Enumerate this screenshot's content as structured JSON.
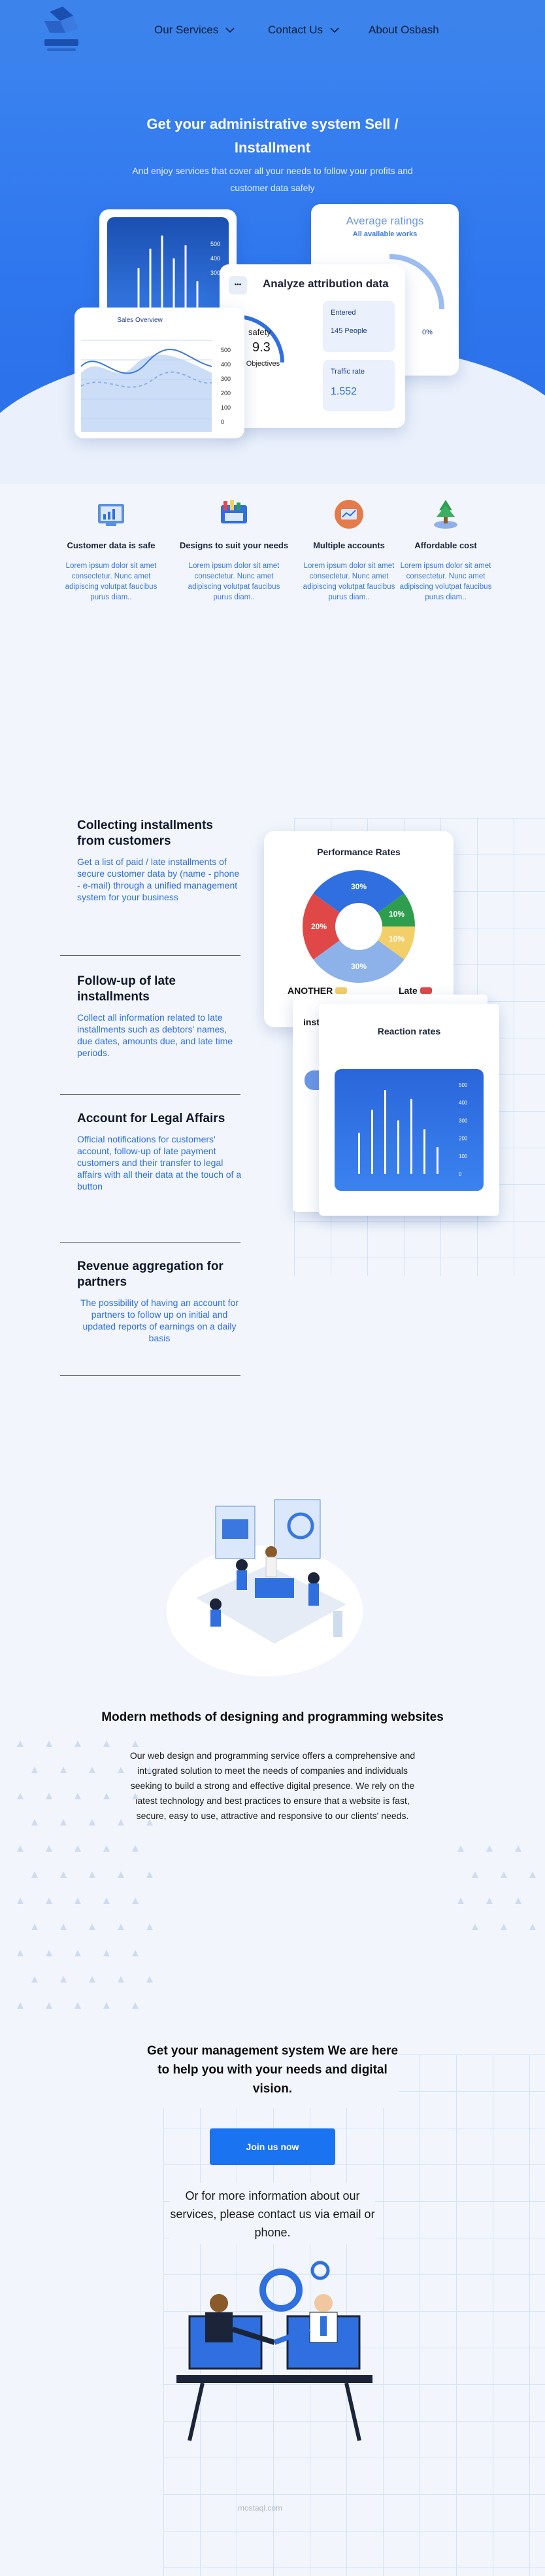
{
  "nav": {
    "services": "Our Services",
    "contact": "Contact Us",
    "about": "About Osbash"
  },
  "hero": {
    "title": "Get your administrative system Sell / Installment",
    "subtitle": "And enjoy services that cover all your needs to follow your profits and customer data safely"
  },
  "dashboard": {
    "ratings_title": "Average ratings",
    "ratings_sub": "All available works",
    "attribution_title": "Analyze attribution data",
    "safety_label": "safety",
    "safety_value": "9.3",
    "objectives_label": "Full Objectives",
    "entered_label": "Entered",
    "entered_value": "145 People",
    "traffic_label": "Traffic rate",
    "traffic_value": "1.552",
    "percent_value": "0%",
    "sales_title": "Sales Overview",
    "axis_ticks": [
      "500",
      "400",
      "300",
      "200",
      "100",
      "0"
    ],
    "menu_glyph": "•••"
  },
  "features": [
    {
      "icon": "customer-data-icon",
      "title": "Customer data is safe",
      "text": "Lorem ipsum dolor sit amet consectetur. Nunc amet adipiscing volutpat faucibus purus diam.."
    },
    {
      "icon": "design-icon",
      "title": "Designs to suit your needs",
      "text": "Lorem ipsum dolor sit amet consectetur. Nunc amet adipiscing volutpat faucibus purus diam.."
    },
    {
      "icon": "accounts-icon",
      "title": "Multiple accounts",
      "text": "Lorem ipsum dolor sit amet consectetur. Nunc amet adipiscing volutpat faucibus purus diam.."
    },
    {
      "icon": "cost-icon",
      "title": "Affordable cost",
      "text": "Lorem ipsum dolor sit amet consectetur. Nunc amet adipiscing volutpat faucibus purus diam.."
    }
  ],
  "follow": {
    "items": [
      {
        "title": "Collecting installments from customers",
        "text": "Get a list of paid / late installments of secure customer data by (name - phone - e-mail) through a unified management system for your business"
      },
      {
        "title": "Follow-up of late installments",
        "text": "Collect all information related to late installments such as debtors' names, due dates, amounts due, and late time periods."
      },
      {
        "title": "Account for Legal Affairs",
        "text": "Official notifications for customers' account, follow-up of late payment customers and their transfer to legal affairs with all their data at the touch of a button"
      },
      {
        "title": "Revenue aggregation for partners",
        "text": "The possibility of having an account for partners to follow up on initial and updated reports of earnings on a daily basis"
      }
    ],
    "performance_title": "Performance Rates",
    "another_label": "ANOTHER",
    "late_label": "Late",
    "inst_label": "inst",
    "reaction_title": "Reaction rates"
  },
  "chart_data": [
    {
      "type": "pie",
      "title": "Performance Rates",
      "categories": [
        "blue",
        "green",
        "yellow",
        "light blue",
        "red"
      ],
      "values": [
        30,
        10,
        10,
        30,
        20
      ],
      "labels": [
        "30%",
        "10%",
        "10%",
        "30%",
        "20%"
      ],
      "colors": [
        "#2f6fe0",
        "#2e9e4e",
        "#f2cf68",
        "#8db2ea",
        "#e04848"
      ]
    },
    {
      "type": "bar",
      "title": "Reaction rates",
      "ylim": [
        0,
        500
      ],
      "yticks": [
        "500",
        "400",
        "300",
        "200",
        "100",
        "0"
      ],
      "values": [
        230,
        360,
        470,
        300,
        420,
        250,
        150
      ]
    }
  ],
  "modern": {
    "title": "Modern methods of designing and programming websites",
    "text": "Our web design and programming service offers a comprehensive and integrated solution to meet the needs of companies and individuals seeking to build a strong and effective digital presence. We rely on the latest technology and best practices to ensure that a website is fast, secure, easy to use, attractive and responsive to our clients' needs."
  },
  "cta": {
    "title": "Get your management system We are here to help you with your needs and digital vision.",
    "button": "Join us now",
    "text": "Or for more information about our services, please contact us via email or phone."
  },
  "watermark": "mostaql.com",
  "colors": {
    "brand_blue": "#2f77ee",
    "button_blue": "#1a73f0",
    "text_blue": "#2f6fe0"
  }
}
